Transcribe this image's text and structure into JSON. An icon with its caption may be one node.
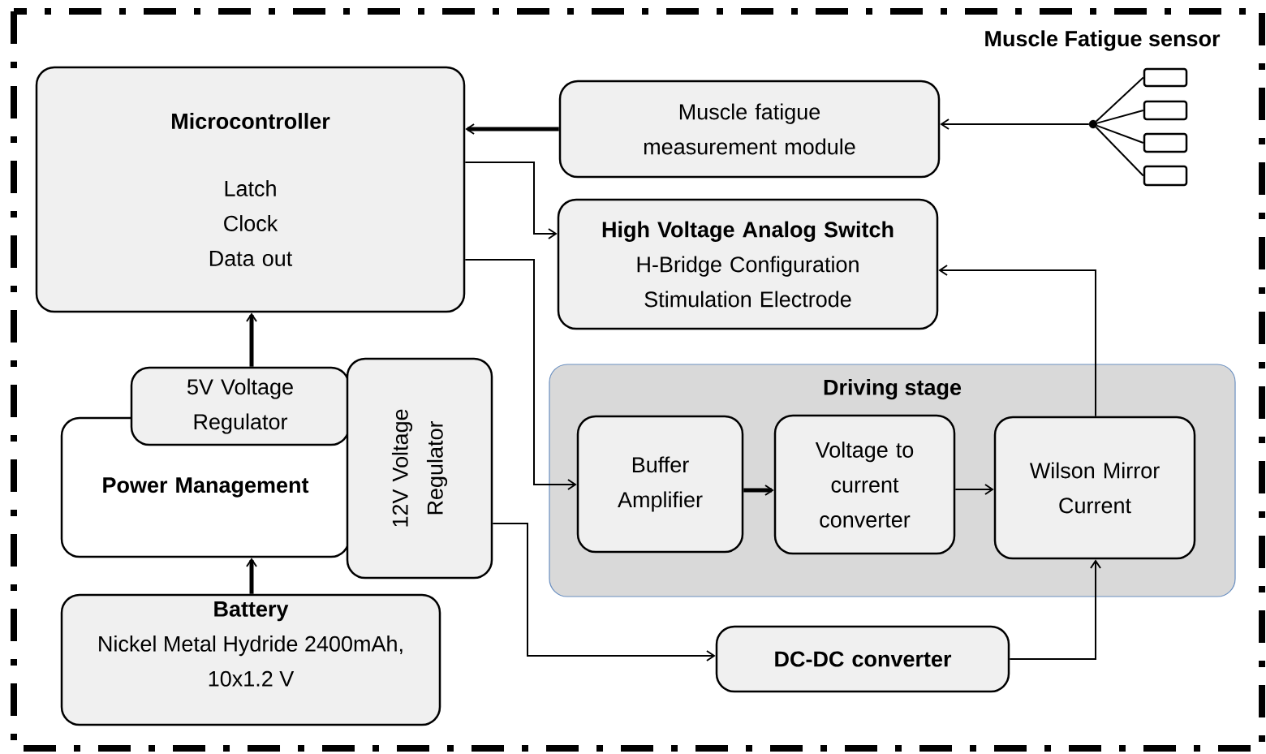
{
  "diagram": {
    "nodes": [
      {
        "text": [
          "Microcontroller",
          "Latch",
          "Clock",
          "Data out"
        ]
      },
      {
        "text": [
          "Muscle fatigue measurement module"
        ]
      },
      {
        "text": [
          "High Voltage Analog Switch",
          "H-Bridge Configuration",
          "Stimulation Electrode"
        ]
      },
      {
        "text": [
          "5V Voltage Regulator"
        ]
      },
      {
        "text": [
          "Power Management"
        ]
      },
      {
        "text": [
          "12V Voltage Regulator"
        ]
      },
      {
        "text": [
          "Battery",
          "Nickel Metal Hydride 2400mAh, 10x1.2 V"
        ]
      },
      {
        "text": [
          "Driving stage"
        ]
      },
      {
        "text": [
          "Buffer Amplifier"
        ],
        "in": 7
      },
      {
        "text": [
          "Voltage to current converter"
        ],
        "in": 7
      },
      {
        "text": [
          "Wilson Mirror Current"
        ],
        "in": 7
      },
      {
        "text": [
          "DC-DC converter"
        ]
      },
      {
        "text": [],
        "shape": "box"
      },
      {
        "text": [],
        "shape": "box"
      },
      {
        "text": [],
        "shape": "box"
      },
      {
        "text": [],
        "shape": "box"
      },
      {
        "text": [],
        "shape": "circle"
      }
    ],
    "edges": [
      {
        "from": 1,
        "to": 0,
        "arrow": "to",
        "style": "thick"
      },
      {
        "from": 0,
        "to": 2,
        "arrow": "to"
      },
      {
        "from": 0,
        "to": 8,
        "arrow": "to"
      },
      {
        "from": 3,
        "to": 0,
        "arrow": "to",
        "style": "thick"
      },
      {
        "from": 6,
        "to": 4,
        "arrow": "to",
        "style": "thick"
      },
      {
        "from": 5,
        "to": 11,
        "arrow": "to"
      },
      {
        "from": 11,
        "to": 10,
        "arrow": "to"
      },
      {
        "from": 10,
        "to": 2,
        "arrow": "to"
      },
      {
        "from": 8,
        "to": 9,
        "arrow": "to",
        "style": "thick"
      },
      {
        "from": 9,
        "to": 10,
        "arrow": "to"
      },
      {
        "from": 16,
        "to": 1,
        "arrow": "to"
      },
      {
        "from": 12,
        "to": 16,
        "arrow": "none"
      },
      {
        "from": 13,
        "to": 16,
        "arrow": "none"
      },
      {
        "from": 14,
        "to": 16,
        "arrow": "none"
      },
      {
        "from": 15,
        "to": 16,
        "arrow": "none"
      }
    ],
    "labels": [
      "Muscle Fatigue sensor"
    ]
  }
}
